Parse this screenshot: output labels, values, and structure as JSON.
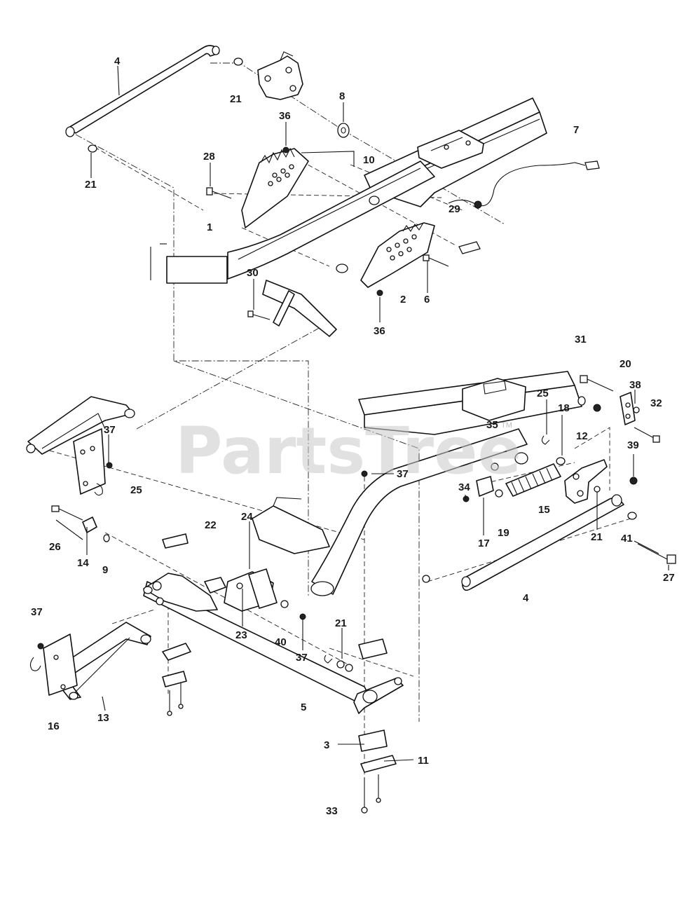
{
  "watermark": {
    "text": "PartsTree",
    "tm": "TM"
  },
  "callouts": {
    "c1": "1",
    "c2": "2",
    "c3": "3",
    "c4a": "4",
    "c4b": "4",
    "c5": "5",
    "c6": "6",
    "c7": "7",
    "c8": "8",
    "c9": "9",
    "c10": "10",
    "c11": "11",
    "c12": "12",
    "c13": "13",
    "c14": "14",
    "c15": "15",
    "c16": "16",
    "c17": "17",
    "c18": "18",
    "c19": "19",
    "c20": "20",
    "c21a": "21",
    "c21b": "21",
    "c21c": "21",
    "c21d": "21",
    "c22": "22",
    "c23": "23",
    "c24": "24",
    "c25a": "25",
    "c25b": "25",
    "c26": "26",
    "c27": "27",
    "c28": "28",
    "c29": "29",
    "c30": "30",
    "c31": "31",
    "c32": "32",
    "c33": "33",
    "c34": "34",
    "c35": "35",
    "c36a": "36",
    "c36b": "36",
    "c37a": "37",
    "c37b": "37",
    "c37c": "37",
    "c37d": "37",
    "c38": "38",
    "c39": "39",
    "c40": "40",
    "c41": "41"
  }
}
